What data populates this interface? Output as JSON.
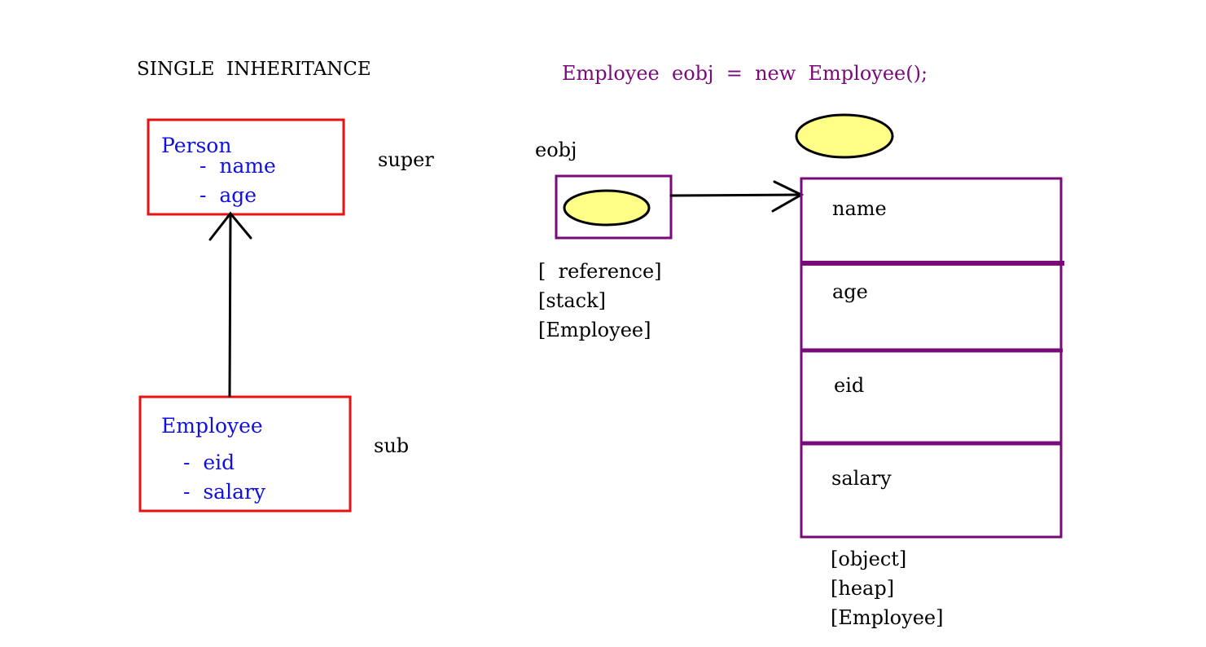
{
  "heading": "SINGLE  INHERITANCE",
  "code_line": "Employee  eobj  =  new  Employee();",
  "super_class": {
    "name": "Person",
    "fields": [
      "-  name",
      "-  age"
    ],
    "role_label": "super"
  },
  "sub_class": {
    "name": "Employee",
    "fields": [
      "-  eid",
      "-  salary"
    ],
    "role_label": "sub"
  },
  "reference": {
    "variable": "eobj",
    "notes": [
      "[  reference]",
      "[stack]",
      "[Employee]"
    ]
  },
  "heap_object": {
    "fields": [
      "name",
      "age",
      "eid",
      "salary"
    ],
    "notes": [
      "[object]",
      "[heap]",
      "[Employee]"
    ]
  },
  "colors": {
    "class_box": "#e81010",
    "class_text": "#1010e0",
    "memory_box": "#7a0a7a",
    "ellipse_fill": "#ffff88",
    "arrow": "#000000"
  }
}
